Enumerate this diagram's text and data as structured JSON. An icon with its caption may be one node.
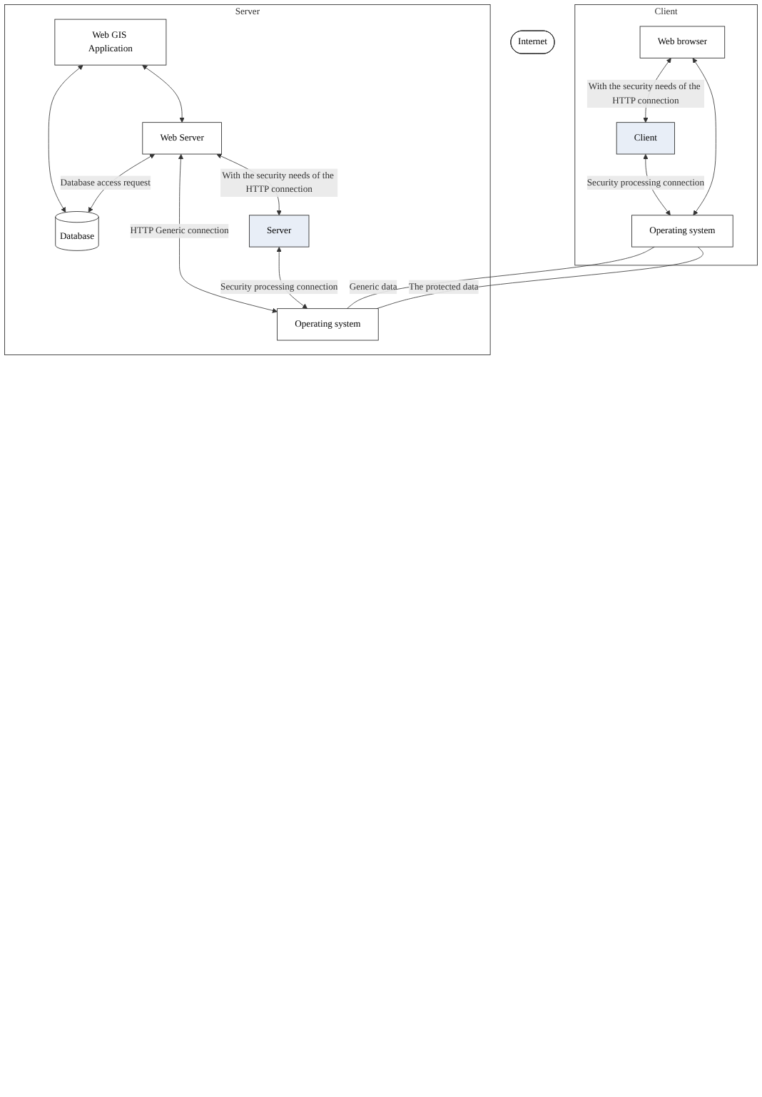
{
  "diagram": {
    "nodes": [
      {
        "text": [
          "Server"
        ]
      },
      {
        "text": [
          "Web GIS Application"
        ],
        "in": 0
      },
      {
        "text": [
          "Database"
        ],
        "in": 0
      },
      {
        "text": [
          "Web Server"
        ],
        "in": 0
      },
      {
        "text": [
          "Server"
        ],
        "in": 0
      },
      {
        "text": [
          "Operating system"
        ],
        "in": 0
      },
      {
        "text": [
          "Client"
        ]
      },
      {
        "text": [
          "Web browser"
        ],
        "in": 6
      },
      {
        "text": [
          "Client"
        ],
        "in": 6
      },
      {
        "text": [
          "Operating system"
        ],
        "in": 6
      },
      {
        "text": [
          "Internet"
        ]
      }
    ],
    "edges": [
      {
        "from": 1,
        "to": 2,
        "arrow": "both"
      },
      {
        "from": 1,
        "to": 3,
        "arrow": "both"
      },
      {
        "from": 3,
        "to": 2,
        "arrow": "both",
        "label": "Database access request"
      },
      {
        "from": 3,
        "to": 4,
        "arrow": "both",
        "label": "With the security needs of the HTTP connection"
      },
      {
        "from": 3,
        "to": 5,
        "arrow": "both",
        "label": "HTTP Generic connection"
      },
      {
        "from": 4,
        "to": 5,
        "arrow": "both",
        "label": "Security processing connection"
      },
      {
        "from": 7,
        "to": 8,
        "arrow": "both",
        "label": "With the security needs of the HTTP connection"
      },
      {
        "from": 8,
        "to": 9,
        "arrow": "both",
        "label": "Security processing connection"
      },
      {
        "from": 7,
        "to": 9,
        "arrow": "both"
      },
      {
        "from": 9,
        "to": 5,
        "arrow": "none",
        "label": "Generic data"
      },
      {
        "from": 9,
        "to": 5,
        "arrow": "none",
        "label": "The protected data"
      }
    ]
  }
}
